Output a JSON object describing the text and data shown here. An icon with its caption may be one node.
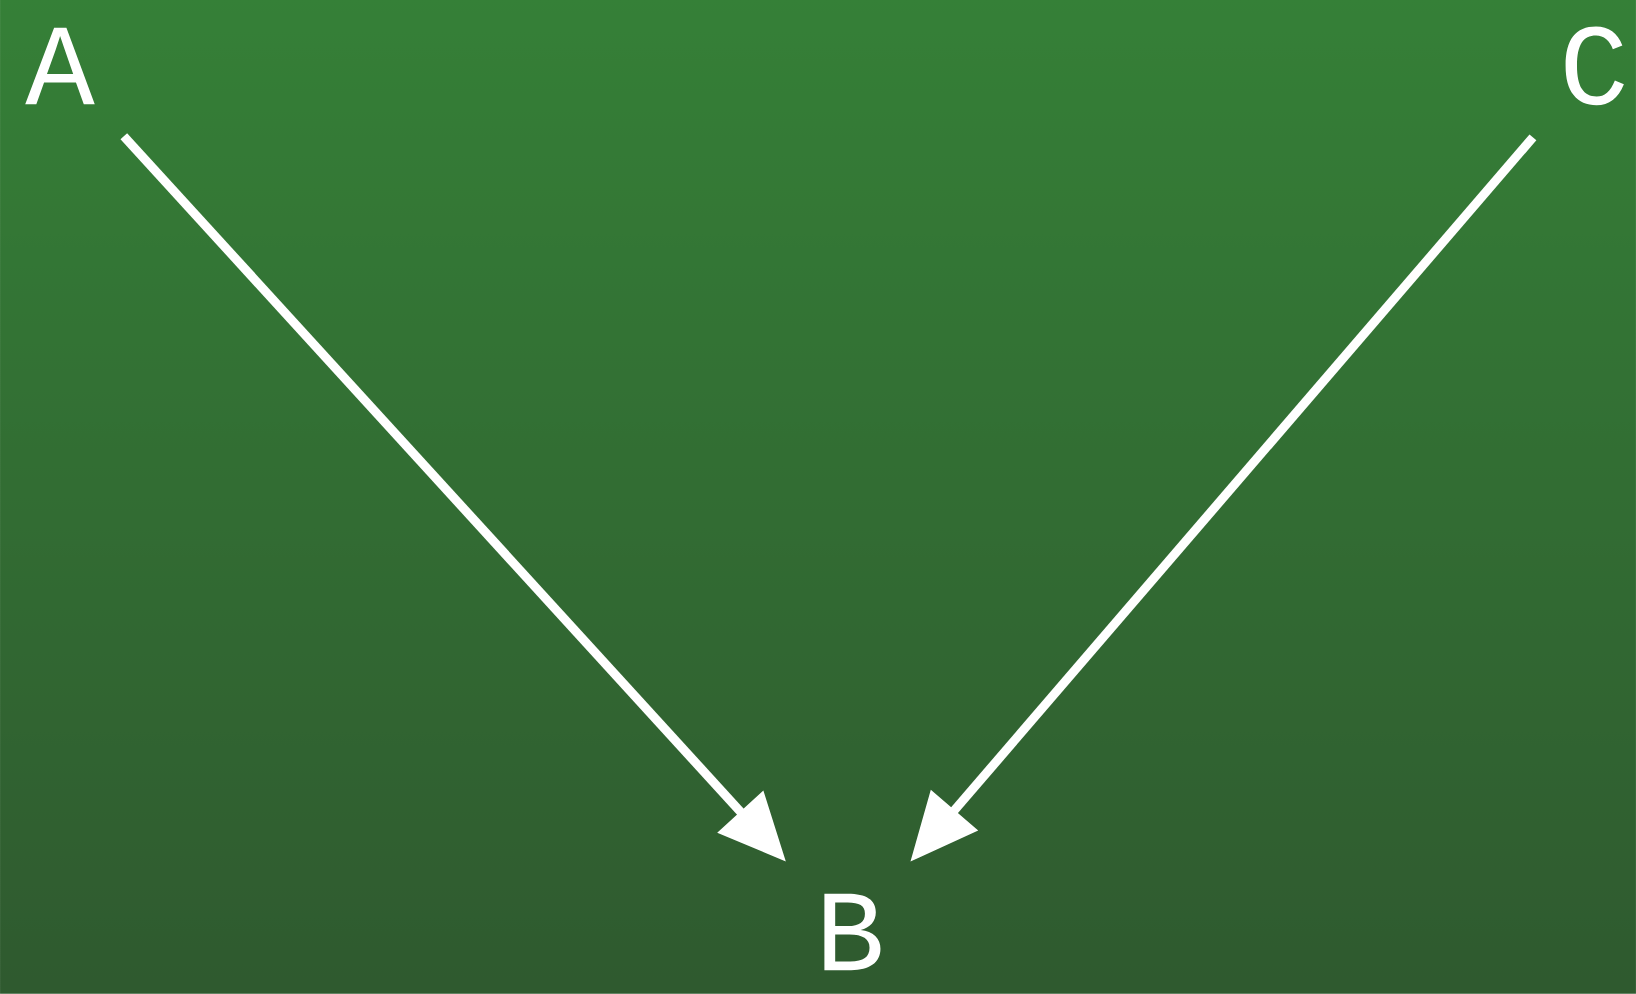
{
  "diagram": {
    "nodes": [
      {
        "text": [
          "A"
        ]
      },
      {
        "text": [
          "C"
        ]
      },
      {
        "text": [
          "B"
        ]
      }
    ],
    "edges": [
      {
        "from": 0,
        "to": 2,
        "arrow": "to"
      },
      {
        "from": 1,
        "to": 2,
        "arrow": "to"
      }
    ]
  }
}
